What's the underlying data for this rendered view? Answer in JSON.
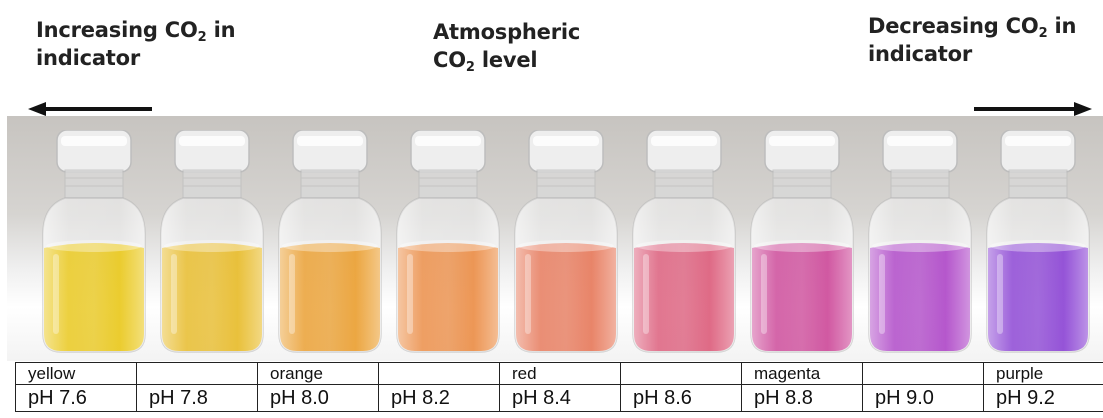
{
  "headers": {
    "left": {
      "line1_prefix": "Increasing CO",
      "line1_sub": "2",
      "line1_suffix": " in",
      "line2": "indicator"
    },
    "center": {
      "line1": "Atmospheric",
      "line2_prefix": "CO",
      "line2_sub": "2",
      "line2_suffix": " level"
    },
    "right": {
      "line1_prefix": "Decreasing CO",
      "line1_sub": "2",
      "line1_suffix": " in",
      "line2": "indicator"
    }
  },
  "vials": [
    {
      "color_name": "yellow",
      "ph": "pH 7.6",
      "liquid_color": "#e8c200"
    },
    {
      "color_name": "",
      "ph": "pH 7.8",
      "liquid_color": "#e6b410"
    },
    {
      "color_name": "orange",
      "ph": "pH 8.0",
      "liquid_color": "#e99418"
    },
    {
      "color_name": "",
      "ph": "pH 8.2",
      "liquid_color": "#ea8030"
    },
    {
      "color_name": "red",
      "ph": "pH 8.4",
      "liquid_color": "#e56a48"
    },
    {
      "color_name": "",
      "ph": "pH 8.6",
      "liquid_color": "#d94a6c"
    },
    {
      "color_name": "magenta",
      "ph": "pH 8.8",
      "liquid_color": "#c8348e"
    },
    {
      "color_name": "",
      "ph": "pH 9.0",
      "liquid_color": "#a632c2"
    },
    {
      "color_name": "purple",
      "ph": "pH 9.2",
      "liquid_color": "#7e2ed0"
    }
  ]
}
